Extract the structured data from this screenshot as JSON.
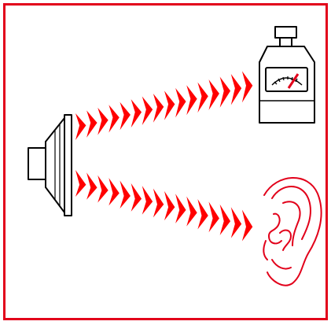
{
  "figure": {
    "frame_color": "#e2001a",
    "wave_color": "#ff0000",
    "ear_color": "#e2001a",
    "ink_color": "#000000",
    "meter_needle_color": "#e2001a",
    "paper_color": "#ffffff",
    "icons": {
      "speaker": "loudspeaker-icon",
      "meter": "sound-level-meter-icon",
      "ear": "ear-icon"
    },
    "beams": [
      {
        "name": "beam-to-meter",
        "chevron_count": 16
      },
      {
        "name": "beam-to-ear",
        "chevron_count": 16
      }
    ]
  }
}
